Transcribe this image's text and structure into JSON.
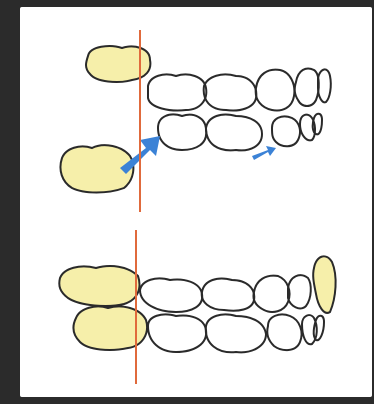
{
  "figure": {
    "panels": [
      {
        "id": "top",
        "state": "teeth with arrows indicating mesial drift"
      },
      {
        "id": "bottom",
        "state": "aligned arches"
      }
    ],
    "colors": {
      "background_outer": "#2b2b2b",
      "paper": "#ffffff",
      "tooth_outline": "#2a2a2a",
      "tooth_fill_yellow": "#f6efaa",
      "midline": "#e06a3c",
      "arrow": "#3b82d6"
    }
  }
}
